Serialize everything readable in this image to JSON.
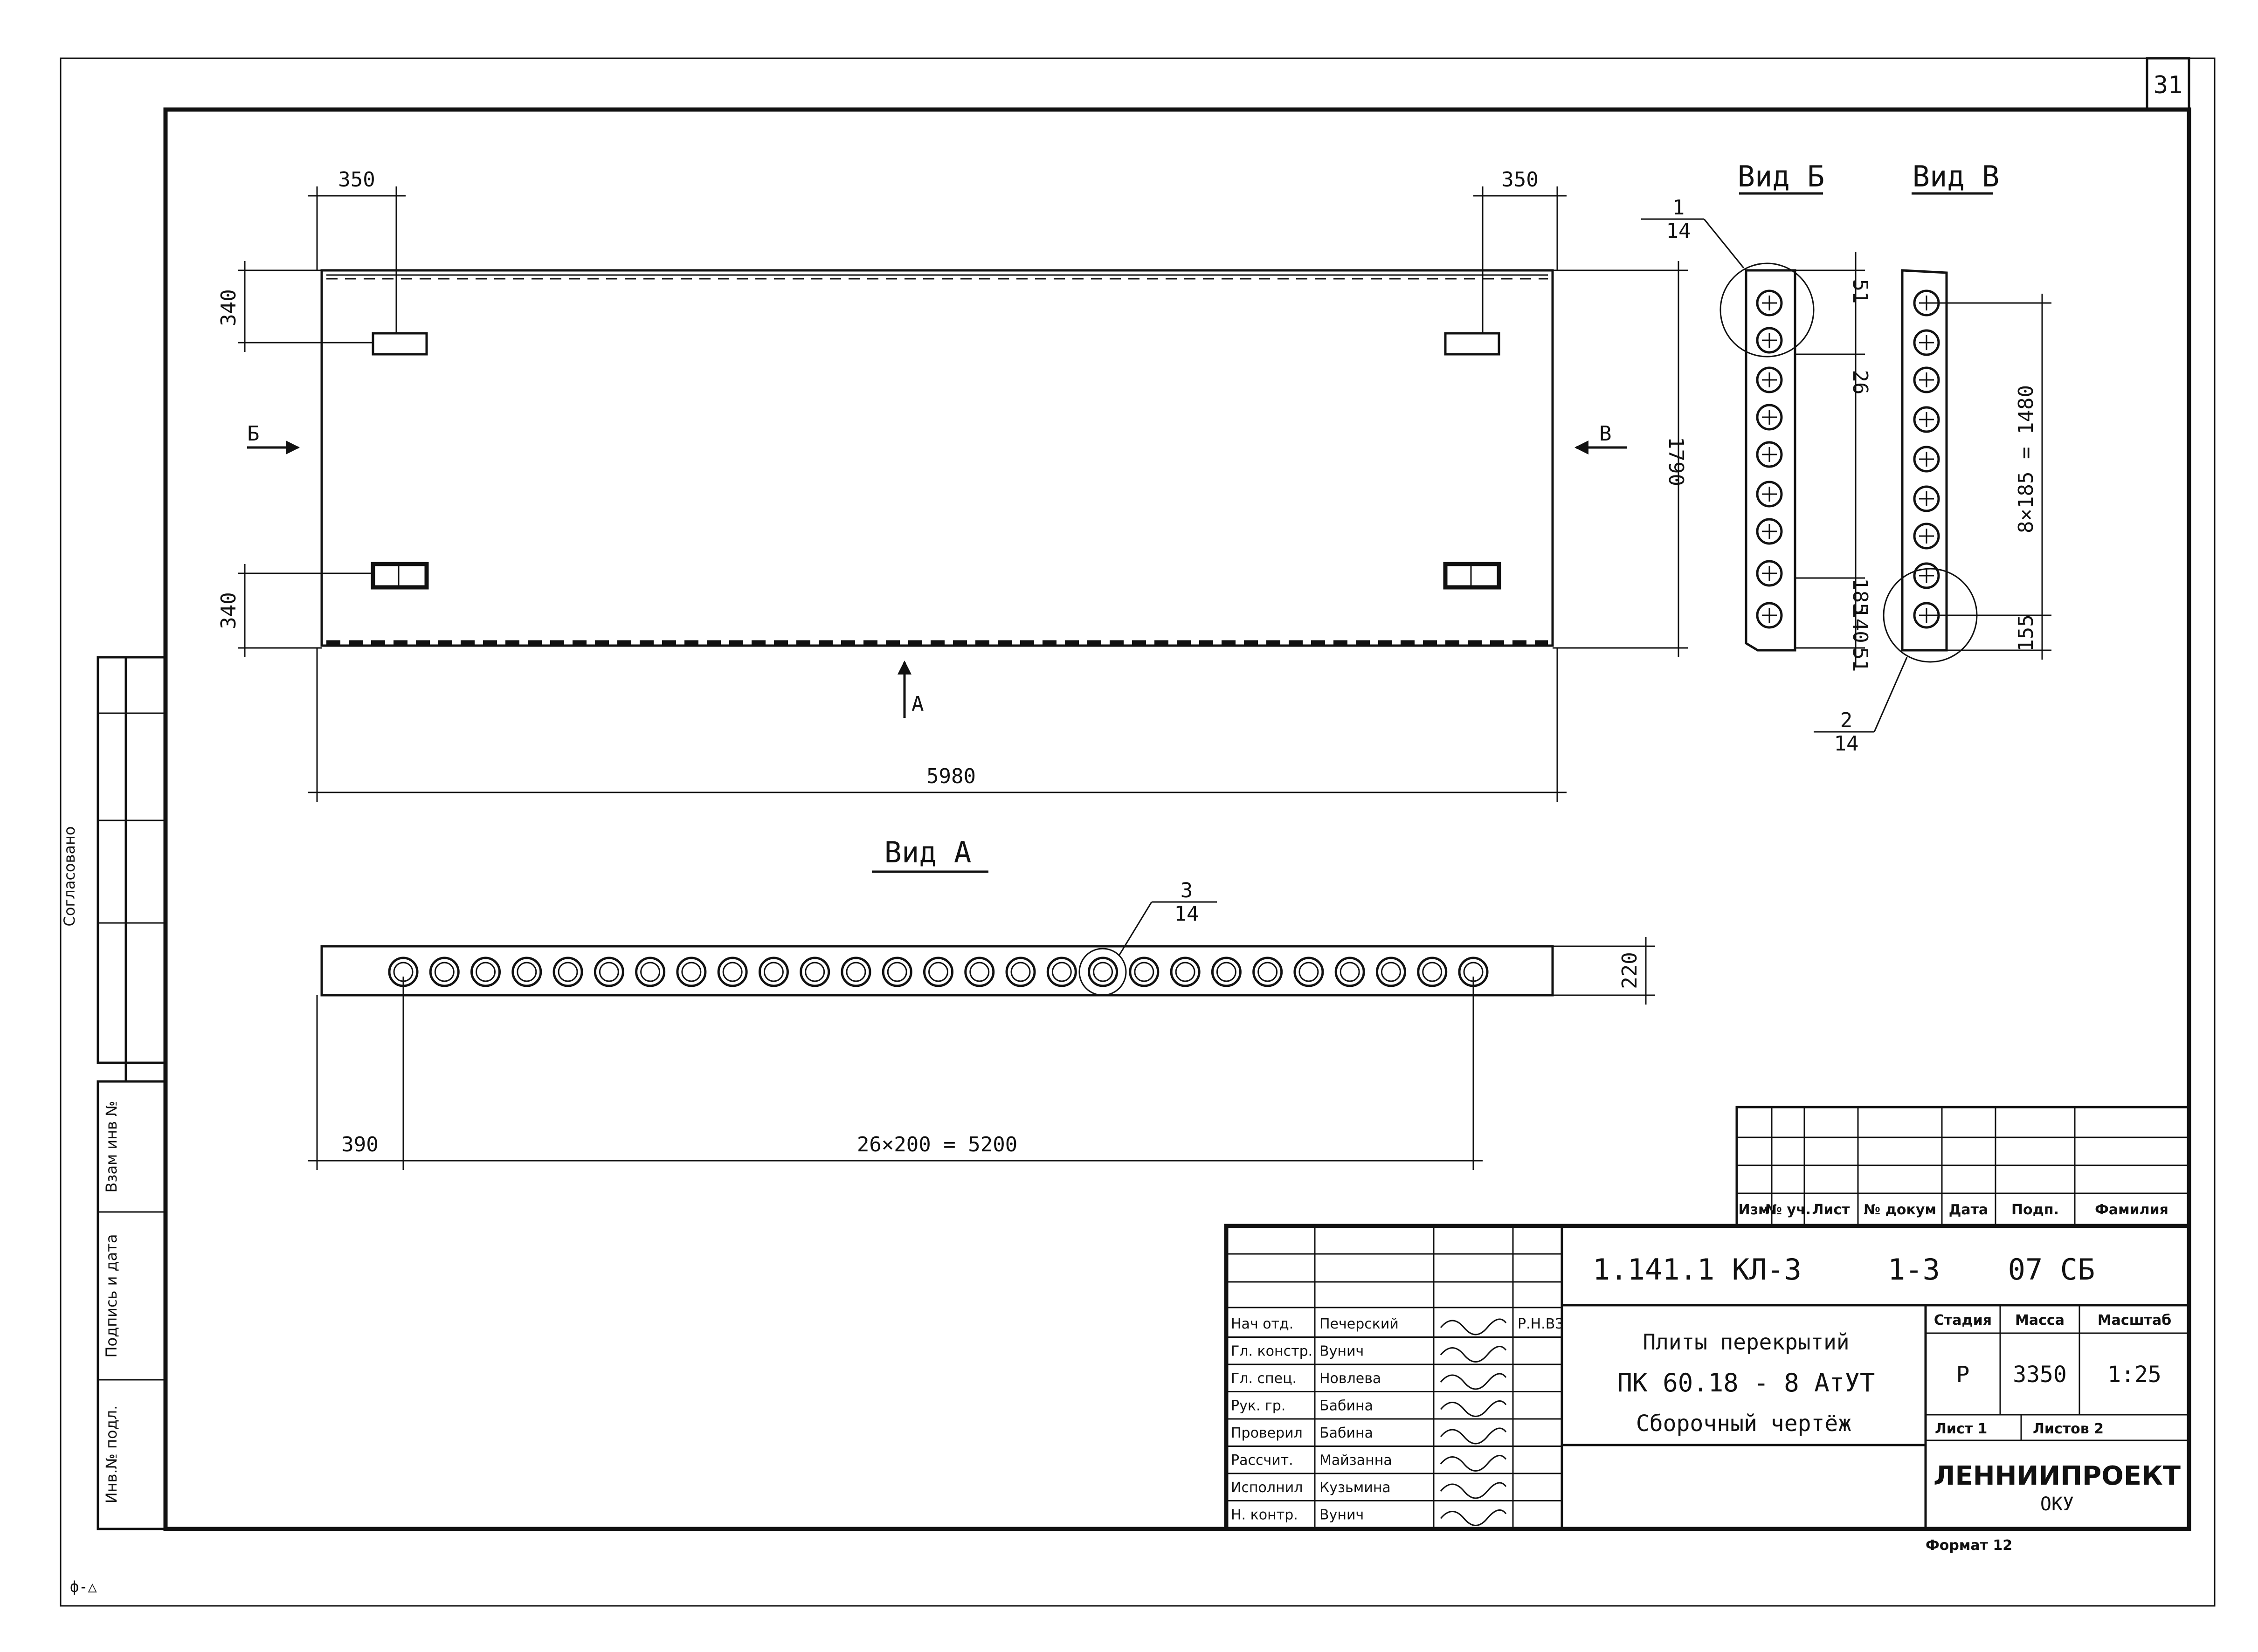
{
  "sheet": {
    "number": "31",
    "corner_note": "ф-△",
    "format_note": "Формат 12"
  },
  "plan": {
    "dims": {
      "left_offset": "350",
      "right_offset": "350",
      "top_offset": "340",
      "bottom_offset": "340",
      "height": "1790",
      "length": "5980"
    },
    "view_markers": {
      "left": "Б",
      "right": "В",
      "bottom": "А"
    }
  },
  "view_a": {
    "title": "Вид А",
    "hole_count": 27,
    "callout_num": "3",
    "callout_den": "14",
    "dims": {
      "start": "390",
      "spacing": "26×200 = 5200",
      "thickness": "220"
    }
  },
  "view_b": {
    "title": "Вид Б",
    "callout_num": "1",
    "callout_den": "14",
    "dims": {
      "top": "51",
      "second": "26",
      "third": "185",
      "fourth": "140",
      "bottom": "51"
    }
  },
  "view_v": {
    "title": "Вид В",
    "callout_num": "2",
    "callout_den": "14",
    "dims": {
      "spacing": "8×185 = 1480",
      "bottom": "155"
    }
  },
  "side_stamp": {
    "agreed": "Согласовано",
    "inv_replace": "Взам инв №",
    "sign_date": "Подпись и дата",
    "inv_orig": "Инв.№ подл."
  },
  "title_block": {
    "revision_headers": [
      "Изм",
      "№ уч.",
      "Лист",
      "№ докум",
      "Дата",
      "Подп.",
      "Фамилия"
    ],
    "doc_code": "1.141.1 КЛ-3",
    "doc_part": "1-3",
    "doc_suffix": "07 СБ",
    "name_line1": "Плиты перекрытий",
    "name_line2": "ПК 60.18 - 8 АтУТ",
    "name_line3": "Сборочный чертёж",
    "stage_label": "Стадия",
    "mass_label": "Масса",
    "scale_label": "Масштаб",
    "stage": "Р",
    "mass": "3350",
    "scale": "1:25",
    "sheet_label": "Лист 1",
    "sheets_label": "Листов 2",
    "org": "ЛЕННИИПРОЕКТ",
    "dept": "ОКУ",
    "date_mark": "Р.Н.ВЗ",
    "signers": [
      {
        "role": "Нач отд.",
        "name": "Печерский"
      },
      {
        "role": "Гл. констр.",
        "name": "Вунич"
      },
      {
        "role": "Гл. спец.",
        "name": "Новлева"
      },
      {
        "role": "Рук. гр.",
        "name": "Бабина"
      },
      {
        "role": "Проверил",
        "name": "Бабина"
      },
      {
        "role": "Рассчит.",
        "name": "Майзанна"
      },
      {
        "role": "Исполнил",
        "name": "Кузьмина"
      },
      {
        "role": "Н. контр.",
        "name": "Вунич"
      }
    ]
  }
}
